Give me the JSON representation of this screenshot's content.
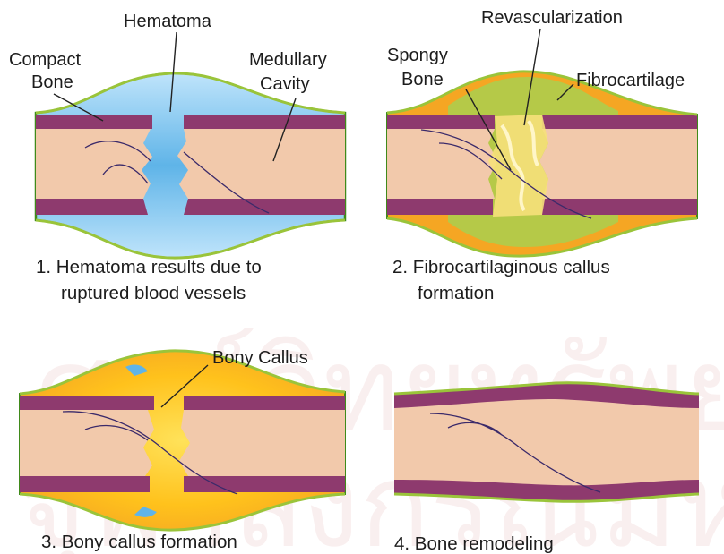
{
  "labels": {
    "hematoma": "Hematoma",
    "compact_bone_1": "Compact",
    "compact_bone_2": "Bone",
    "medullary_cavity_1": "Medullary",
    "medullary_cavity_2": "Cavity",
    "spongy_bone_1": "Spongy",
    "spongy_bone_2": "Bone",
    "revascularization": "Revascularization",
    "fibrocartilage": "Fibrocartilage",
    "bony_callus": "Bony Callus"
  },
  "captions": {
    "step1_line1": "1. Hematoma results due to",
    "step1_line2": "ruptured blood vessels",
    "step2_line1": "2. Fibrocartilaginous callus",
    "step2_line2": "formation",
    "step3": "3. Bony callus formation",
    "step4": "4. Bone remodeling"
  },
  "colors": {
    "compact_bone": "#8e3a6e",
    "medullary": "#f2c9ab",
    "periosteum": "#9ac43a",
    "hematoma": "#5fb4e8",
    "callus_orange": "#f5a623",
    "callus_yellow": "#ffd21c",
    "fibrocartilage_green": "#a9cf4f",
    "vessel": "#3b2a6a"
  }
}
